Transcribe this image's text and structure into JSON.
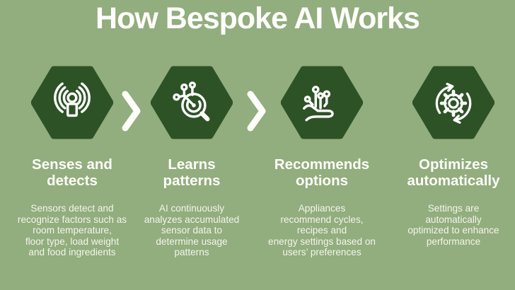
{
  "title": "How Bespoke AI Works",
  "colors": {
    "background": "#92ad7e",
    "hexagon": "#2d5226",
    "text": "#fdfdf9"
  },
  "separator_icon": "chevron-right-icon",
  "steps": [
    {
      "icon": "sensor-signal-icon",
      "heading": "Senses and\ndetects",
      "description": "Sensors detect and\nrecognize factors such as\nroom temperature,\nfloor type, load weight\nand food ingredients"
    },
    {
      "icon": "magnifier-circuit-icon",
      "heading": "Learns\npatterns",
      "description": "AI continuously\nanalyzes accumulated\nsensor data to\ndetermine usage\npatterns"
    },
    {
      "icon": "hand-circuit-icon",
      "heading": "Recommends\noptions",
      "description": "Appliances\nrecommend cycles,\nrecipes and\nenergy settings based on\nusers’ preferences"
    },
    {
      "icon": "gear-sync-arrows-icon",
      "heading": "Optimizes\nautomatically",
      "description": "Settings are\nautomatically\noptimized to enhance\nperformance"
    }
  ]
}
